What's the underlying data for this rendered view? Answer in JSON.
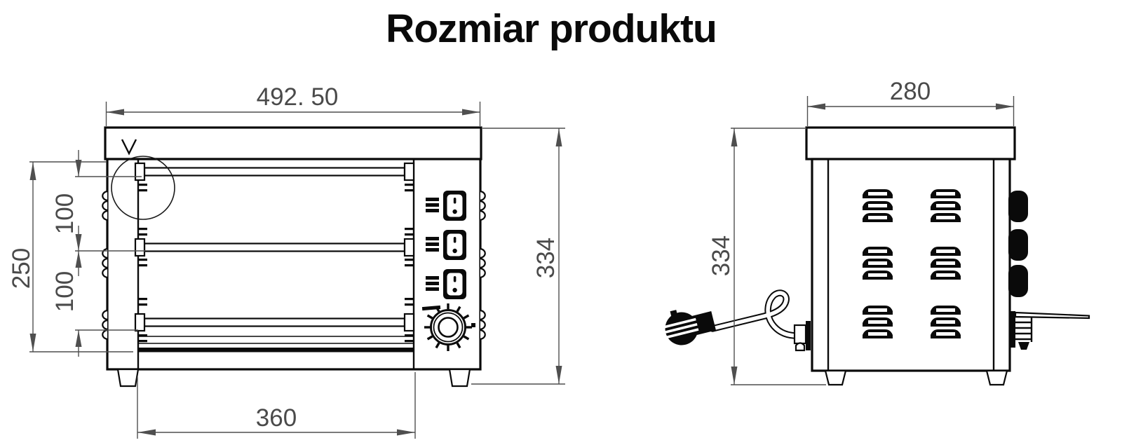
{
  "title": "Rozmiar produktu",
  "colors": {
    "drawing_line": "#0a0a0a",
    "dimension_line": "#4f4f4f",
    "background": "#ffffff"
  },
  "front_view": {
    "dimensions": {
      "overall_width": "492. 50",
      "overall_height": "334",
      "rack_stack_height": "250",
      "rack_spacing_upper": "100",
      "rack_spacing_lower": "100",
      "inner_width": "360"
    }
  },
  "side_view": {
    "dimensions": {
      "overall_depth": "280",
      "overall_height": "334"
    }
  }
}
